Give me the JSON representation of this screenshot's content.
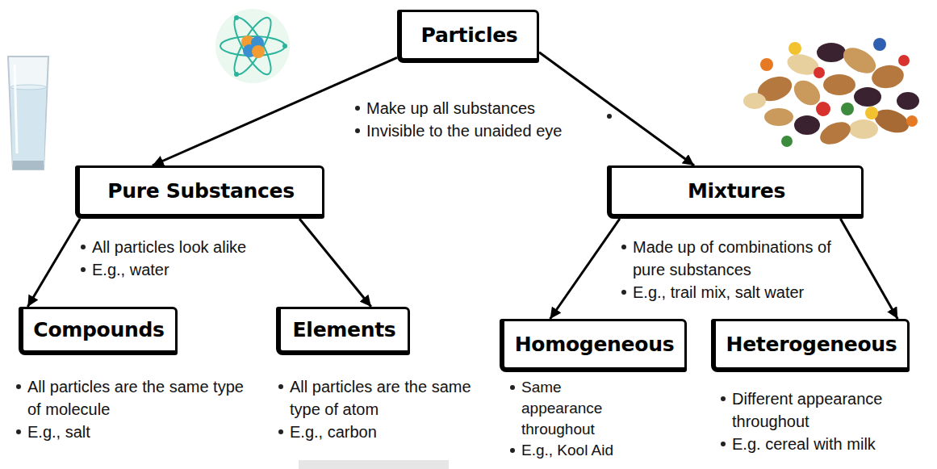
{
  "diagram": {
    "nodes": [
      {
        "text": [
          "Particles",
          "Make up all substances",
          "Invisible to the unaided eye"
        ]
      },
      {
        "text": [
          "Pure Substances",
          "All particles look alike",
          "E.g., water"
        ]
      },
      {
        "text": [
          "Mixtures",
          "Made up of combinations of pure substances",
          "E.g., trail mix, salt water"
        ]
      },
      {
        "text": [
          "Compounds",
          "All particles are the same type of molecule",
          "E.g., salt"
        ]
      },
      {
        "text": [
          "Elements",
          "All particles are the same type of atom",
          "E.g., carbon"
        ]
      },
      {
        "text": [
          "Homogeneous",
          "Same appearance throughout",
          "E.g., Kool Aid"
        ]
      },
      {
        "text": [
          "Heterogeneous",
          "Different appearance throughout",
          "E.g. cereal with milk"
        ]
      }
    ],
    "edges": [
      {
        "from": 0,
        "to": 1,
        "arrow": "to"
      },
      {
        "from": 0,
        "to": 2,
        "arrow": "to"
      },
      {
        "from": 1,
        "to": 3,
        "arrow": "to"
      },
      {
        "from": 1,
        "to": 4,
        "arrow": "to"
      },
      {
        "from": 2,
        "to": 5,
        "arrow": "to"
      },
      {
        "from": 2,
        "to": 6,
        "arrow": "to"
      }
    ]
  }
}
